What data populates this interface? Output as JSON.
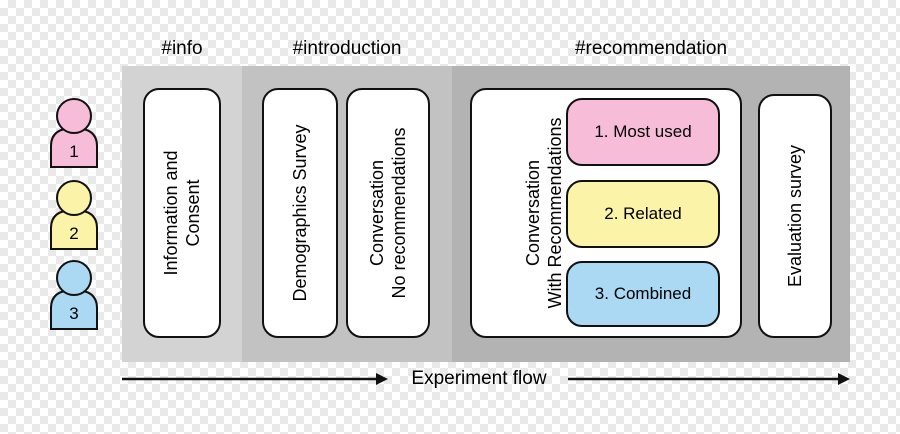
{
  "phases": [
    {
      "title": "#info",
      "color": "#d3d3d3"
    },
    {
      "title": "#introduction",
      "color": "#c2c2c2"
    },
    {
      "title": "#recommendation",
      "color": "#b3b3b3"
    }
  ],
  "cards": {
    "info": [
      "Information and",
      "Consent"
    ],
    "demographics": [
      "Demographics Survey"
    ],
    "conversation_no_rec": [
      "Conversation",
      "No recommendations"
    ],
    "conversation_with_rec": [
      "Conversation",
      "With Recommendations"
    ],
    "evaluation": [
      "Evaluation survey"
    ]
  },
  "variants": [
    {
      "label": "1. Most used",
      "color": "#f7bdd8"
    },
    {
      "label": "2. Related",
      "color": "#fbf3a8"
    },
    {
      "label": "3. Combined",
      "color": "#abd8f3"
    }
  ],
  "users": [
    {
      "number": "1",
      "color": "#f7bdd8"
    },
    {
      "number": "2",
      "color": "#fbf3a8"
    },
    {
      "number": "3",
      "color": "#abd8f3"
    }
  ],
  "flow": {
    "label": "Experiment flow"
  }
}
